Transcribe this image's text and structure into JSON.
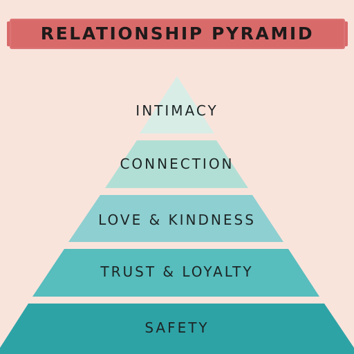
{
  "header": {
    "title": "RELATIONSHIP PYRAMID"
  },
  "pyramid": {
    "tiers": [
      {
        "label": "INTIMACY",
        "color": "#d9ede7"
      },
      {
        "label": "CONNECTION",
        "color": "#b2dfd5"
      },
      {
        "label": "LOVE & KINDNESS",
        "color": "#8ecfd1"
      },
      {
        "label": "TRUST & LOYALTY",
        "color": "#57bdbd"
      },
      {
        "label": "SAFETY",
        "color": "#2ea3a6"
      }
    ]
  },
  "colors": {
    "background": "#f9e4dc",
    "banner": "#d96a6a",
    "text": "#1c2424"
  }
}
